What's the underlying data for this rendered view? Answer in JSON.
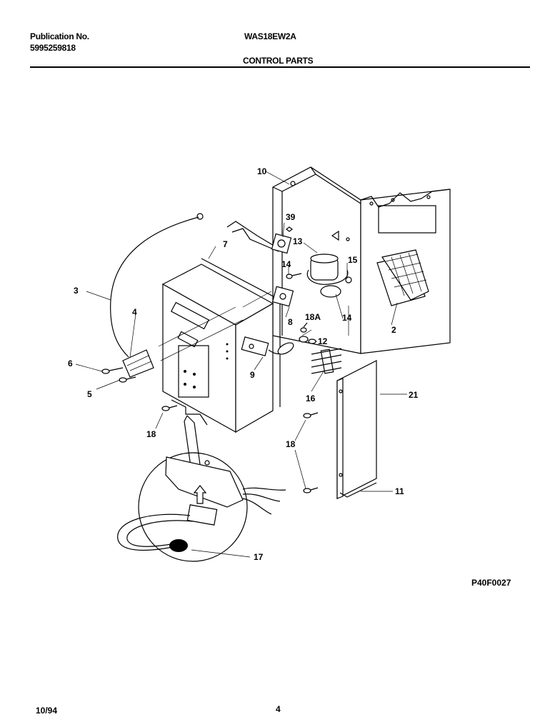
{
  "header": {
    "publication_label": "Publication No.",
    "publication_number": "5995259818",
    "model": "WAS18EW2A",
    "section_title": "CONTROL PARTS"
  },
  "diagram": {
    "callouts": {
      "c2": "2",
      "c3": "3",
      "c4": "4",
      "c5": "5",
      "c6": "6",
      "c7": "7",
      "c8": "8",
      "c9": "9",
      "c10": "10",
      "c11": "11",
      "c12": "12",
      "c13": "13",
      "c14a": "14",
      "c14b": "14",
      "c15": "15",
      "c16": "16",
      "c17": "17",
      "c18a": "18",
      "c18b": "18",
      "c18A": "18A",
      "c21": "21",
      "c39": "39"
    },
    "figure_code": "P40F0027"
  },
  "footer": {
    "date": "10/94",
    "page": "4"
  }
}
